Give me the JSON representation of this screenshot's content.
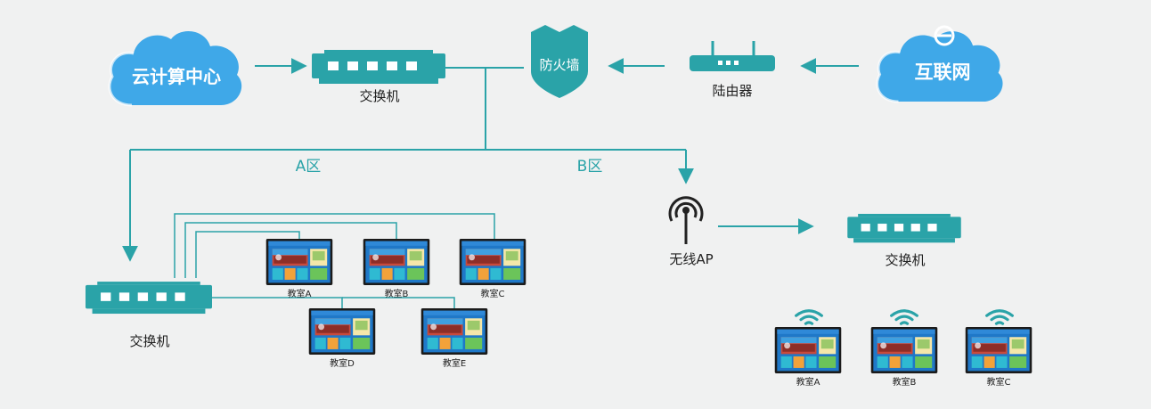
{
  "colors": {
    "teal": "#2aa3a8",
    "cloud_blue": "#3fa8e8",
    "line": "#2aa3a8",
    "background": "#f0f1f1",
    "screen_frame": "#1b1b1b",
    "screen_blue": "#1f78c8"
  },
  "nodes": {
    "cloud_computing_center": "云计算中心",
    "switch_top": "交换机",
    "firewall": "防火墙",
    "router": "陆由器",
    "internet": "互联网",
    "wireless_ap": "无线AP",
    "switch_b": "交换机",
    "switch_a": "交换机"
  },
  "zones": {
    "a": "A区",
    "b": "B区"
  },
  "classrooms_a": [
    {
      "label": "教室A"
    },
    {
      "label": "教室B"
    },
    {
      "label": "教室C"
    },
    {
      "label": "教室D"
    },
    {
      "label": "教室E"
    }
  ],
  "classrooms_b": [
    {
      "label": "教室A"
    },
    {
      "label": "教室B"
    },
    {
      "label": "教室C"
    }
  ],
  "icons": {
    "cloud": "cloud-icon",
    "switch": "network-switch-icon",
    "firewall": "shield-icon",
    "router": "router-icon",
    "antenna": "antenna-icon",
    "wifi": "wifi-icon",
    "monitor": "display-screen-icon",
    "ie_logo": "browser-e-icon"
  }
}
